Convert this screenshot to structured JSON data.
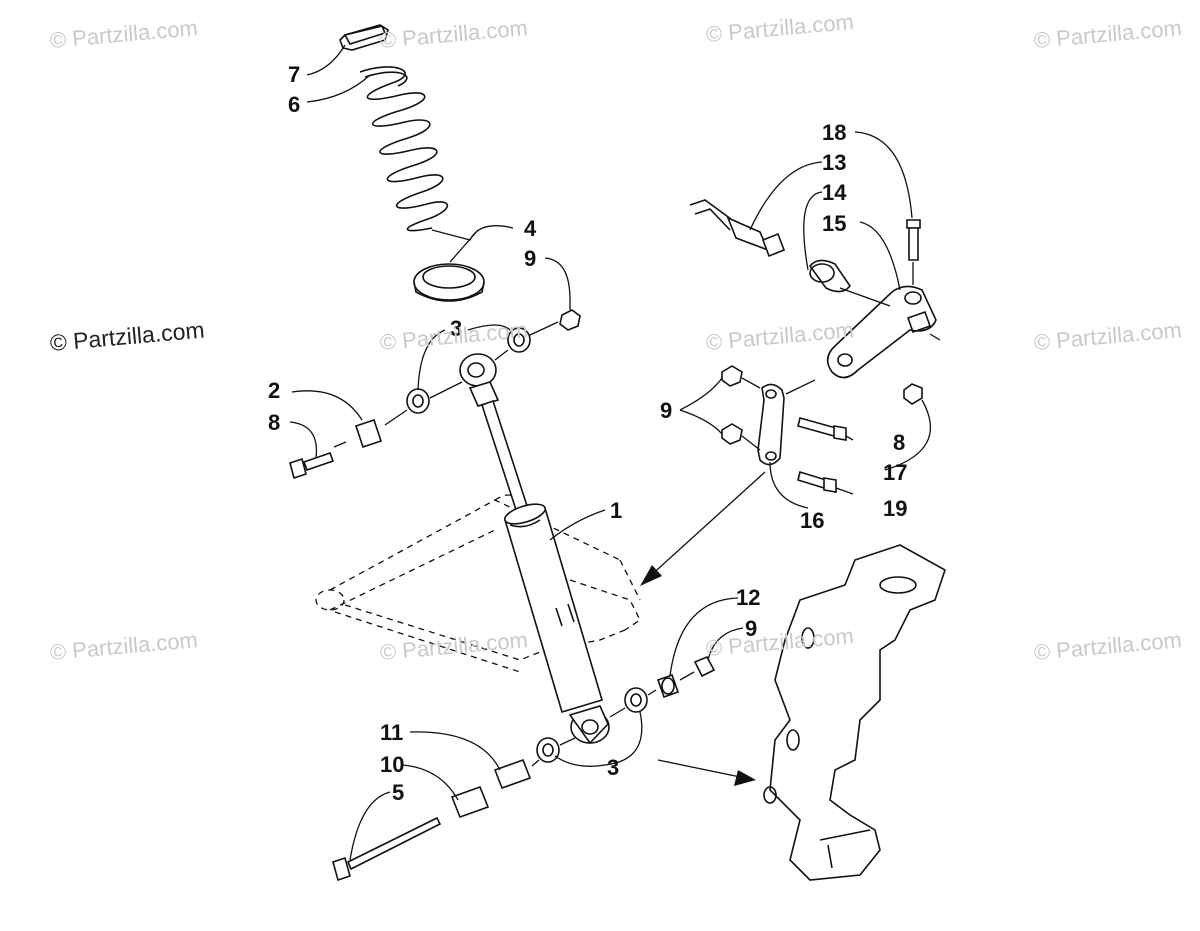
{
  "watermark": {
    "text": "© Partzilla.com",
    "prominent_text": "© Partzilla.com"
  },
  "callouts": [
    {
      "id": "c7",
      "label": "7"
    },
    {
      "id": "c6",
      "label": "6"
    },
    {
      "id": "c4",
      "label": "4"
    },
    {
      "id": "c9a",
      "label": "9"
    },
    {
      "id": "c3a",
      "label": "3"
    },
    {
      "id": "c2",
      "label": "2"
    },
    {
      "id": "c8a",
      "label": "8"
    },
    {
      "id": "c1",
      "label": "1"
    },
    {
      "id": "c18",
      "label": "18"
    },
    {
      "id": "c13",
      "label": "13"
    },
    {
      "id": "c14",
      "label": "14"
    },
    {
      "id": "c15",
      "label": "15"
    },
    {
      "id": "c9b",
      "label": "9"
    },
    {
      "id": "c8b",
      "label": "8"
    },
    {
      "id": "c17",
      "label": "17"
    },
    {
      "id": "c19",
      "label": "19"
    },
    {
      "id": "c16",
      "label": "16"
    },
    {
      "id": "c12",
      "label": "12"
    },
    {
      "id": "c9c",
      "label": "9"
    },
    {
      "id": "c11",
      "label": "11"
    },
    {
      "id": "c10",
      "label": "10"
    },
    {
      "id": "c5",
      "label": "5"
    },
    {
      "id": "c3b",
      "label": "3"
    }
  ]
}
